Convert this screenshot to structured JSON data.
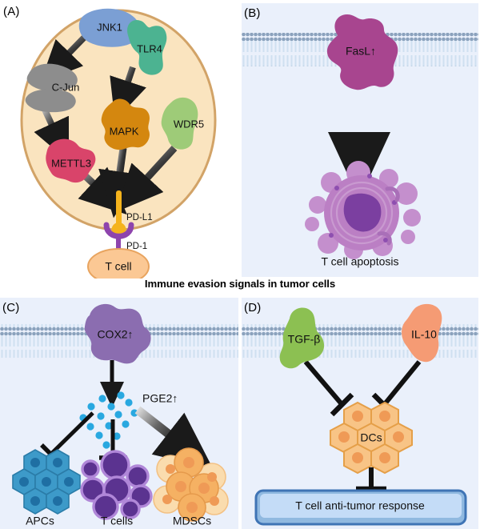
{
  "figure": {
    "center_title": "Immune evasion signals in tumor cells",
    "background": "#ffffff"
  },
  "panels": {
    "A": {
      "letter": "(A)",
      "background": "#ffffff",
      "cell_fill": "#fae4bf",
      "cell_stroke": "#d4a96a",
      "proteins": [
        {
          "name": "JNK1",
          "label": "JNK1",
          "color": "#7b9fd4"
        },
        {
          "name": "TLR4",
          "label": "TLR4",
          "color": "#4cb391"
        },
        {
          "name": "C-Jun",
          "label": "C-Jun",
          "color": "#8d8d8d"
        },
        {
          "name": "MAPK",
          "label": "MAPK",
          "color": "#d4870f"
        },
        {
          "name": "WDR5",
          "label": "WDR5",
          "color": "#9ecb78"
        },
        {
          "name": "METTL3",
          "label": "METTL3",
          "color": "#d9446a"
        }
      ],
      "receptor": {
        "ligand_label": "PD-L1",
        "ligand_color": "#f5b31c",
        "receptor_label": "PD-1",
        "receptor_color": "#8e44ad"
      },
      "target_cell": {
        "label": "T cell",
        "fill": "#fbc894",
        "stroke": "#e8a45f"
      },
      "arrows": [
        {
          "from": "JNK1",
          "to": "C-Jun"
        },
        {
          "from": "TLR4",
          "to": "MAPK"
        },
        {
          "from": "C-Jun",
          "to": "METTL3"
        },
        {
          "from": "METTL3",
          "to": "PD-L1"
        },
        {
          "from": "MAPK",
          "to": "PD-L1"
        },
        {
          "from": "WDR5",
          "to": "PD-L1"
        }
      ]
    },
    "B": {
      "letter": "(B)",
      "background": "#eaf0fb",
      "membrane_color": "#8ba2bd",
      "protein": {
        "label": "FasL↑",
        "color": "#a8458f"
      },
      "arrow": {
        "color": "#1a1a1a"
      },
      "apoptotic_cell": {
        "caption": "T cell apoptosis",
        "body_color": "#bb7fc4",
        "nucleus_color": "#7b3fa0",
        "bleb_color": "#c48fcd"
      }
    },
    "C": {
      "letter": "(C)",
      "background": "#eaf0fb",
      "membrane_color": "#8ba2bd",
      "protein": {
        "label": "COX2↑",
        "color": "#8b6db0"
      },
      "mediator": {
        "label": "PGE2↑",
        "dot_color": "#29a8e0",
        "dot_count": 15
      },
      "targets": [
        {
          "label": "APCs",
          "color": "#3d9ac9",
          "nucleus": "#1f6fa3",
          "effect": "inhibit"
        },
        {
          "label": "T cells",
          "color": "#b087d8",
          "nucleus": "#5b3390",
          "effect": "inhibit"
        },
        {
          "label": "MDSCs",
          "color": "#f5b163",
          "nucleus": "#e8803c",
          "effect": "activate"
        }
      ]
    },
    "D": {
      "letter": "(D)",
      "background": "#eaf0fb",
      "membrane_color": "#8ba2bd",
      "proteins": [
        {
          "label": "TGF-β",
          "color": "#8cc052"
        },
        {
          "label": "IL-10",
          "color": "#f59b74"
        }
      ],
      "dc_cluster": {
        "label": "DCs",
        "fill": "#f8c486",
        "stroke": "#e59f48",
        "nucleus": "#ef9a56"
      },
      "outcome_box": {
        "label": "T cell anti-tumor response",
        "fill": "#bcd9f5",
        "stroke": "#3f74b5"
      },
      "arrows": [
        {
          "from": "TGF-β",
          "to": "DCs",
          "effect": "inhibit"
        },
        {
          "from": "IL-10",
          "to": "DCs",
          "effect": "inhibit"
        },
        {
          "from": "DCs",
          "to": "T cell anti-tumor response",
          "effect": "inhibit"
        }
      ]
    }
  }
}
